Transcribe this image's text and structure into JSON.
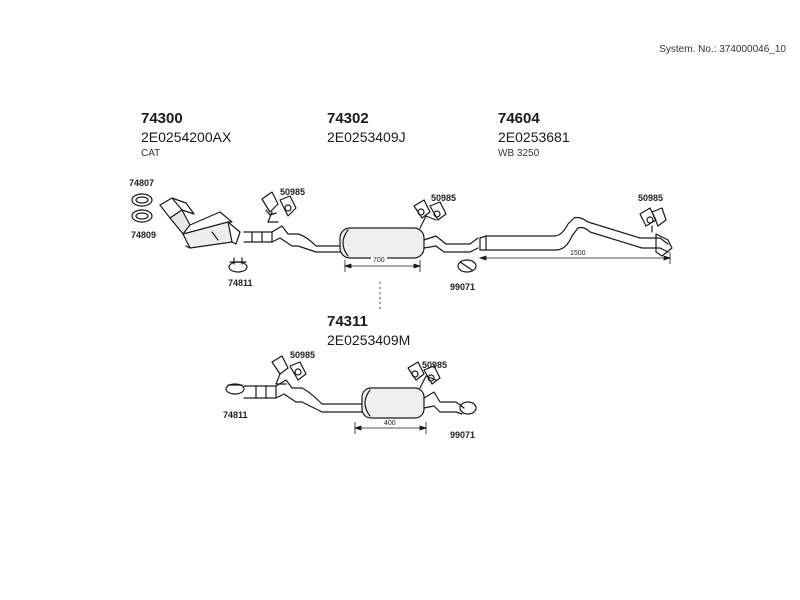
{
  "header": {
    "system_no": "System. No.: 374000046_10"
  },
  "groups": [
    {
      "code": "74300",
      "oem": "2E0254200AX",
      "note": "CAT"
    },
    {
      "code": "74302",
      "oem": "2E0253409J",
      "note": ""
    },
    {
      "code": "74604",
      "oem": "2E0253681",
      "note": "WB 3250"
    },
    {
      "code": "74311",
      "oem": "2E0253409M",
      "note": ""
    }
  ],
  "labels": {
    "l74807": "74807",
    "l74809": "74809",
    "l74811a": "74811",
    "l50985a": "50985",
    "l50985b": "50985",
    "l50985c": "50985",
    "l99071a": "99071",
    "l50985d": "50985",
    "l50985e": "50985",
    "l74811b": "74811",
    "l99071b": "99071"
  },
  "dimensions": {
    "d700": "700",
    "d1500": "1500",
    "d400": "400"
  }
}
